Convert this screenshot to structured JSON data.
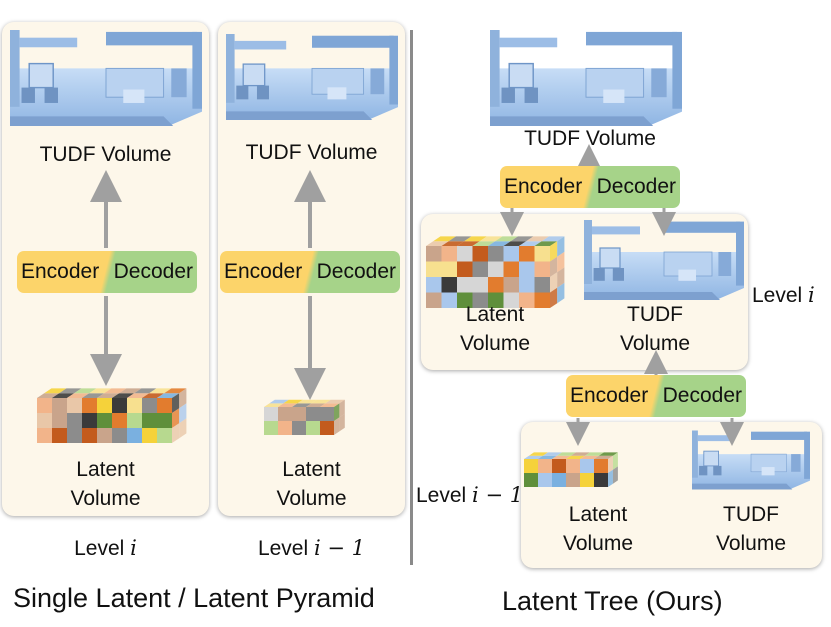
{
  "left": {
    "panel1": {
      "top_label": "TUDF Volume",
      "encoder": "Encoder",
      "decoder": "Decoder",
      "latent_line1": "Latent",
      "latent_line2": "Volume",
      "level_prefix": "Level ",
      "level_var": "i"
    },
    "panel2": {
      "top_label": "TUDF Volume",
      "encoder": "Encoder",
      "decoder": "Decoder",
      "latent_line1": "Latent",
      "latent_line2": "Volume",
      "level_prefix": "Level ",
      "level_var": "i − 1"
    },
    "caption": "Single Latent / Latent Pyramid"
  },
  "right": {
    "top_label": "TUDF Volume",
    "ed1": {
      "encoder": "Encoder",
      "decoder": "Decoder"
    },
    "ed2": {
      "encoder": "Encoder",
      "decoder": "Decoder"
    },
    "level_i": {
      "latent_line1": "Latent",
      "latent_line2": "Volume",
      "tudf_line1": "TUDF",
      "tudf_line2": "Volume",
      "level_prefix": "Level ",
      "level_var": "i"
    },
    "level_i1": {
      "latent_line1": "Latent",
      "latent_line2": "Volume",
      "tudf_line1": "TUDF",
      "tudf_line2": "Volume",
      "level_prefix": "Level ",
      "level_var": "i − 1"
    },
    "caption": "Latent Tree (Ours)"
  },
  "colors": {
    "encoder": "#fcd46a",
    "decoder": "#a6d389",
    "panel": "#fdf7ea",
    "arrow": "#a0a0a0",
    "room": "#a9c9ee"
  }
}
